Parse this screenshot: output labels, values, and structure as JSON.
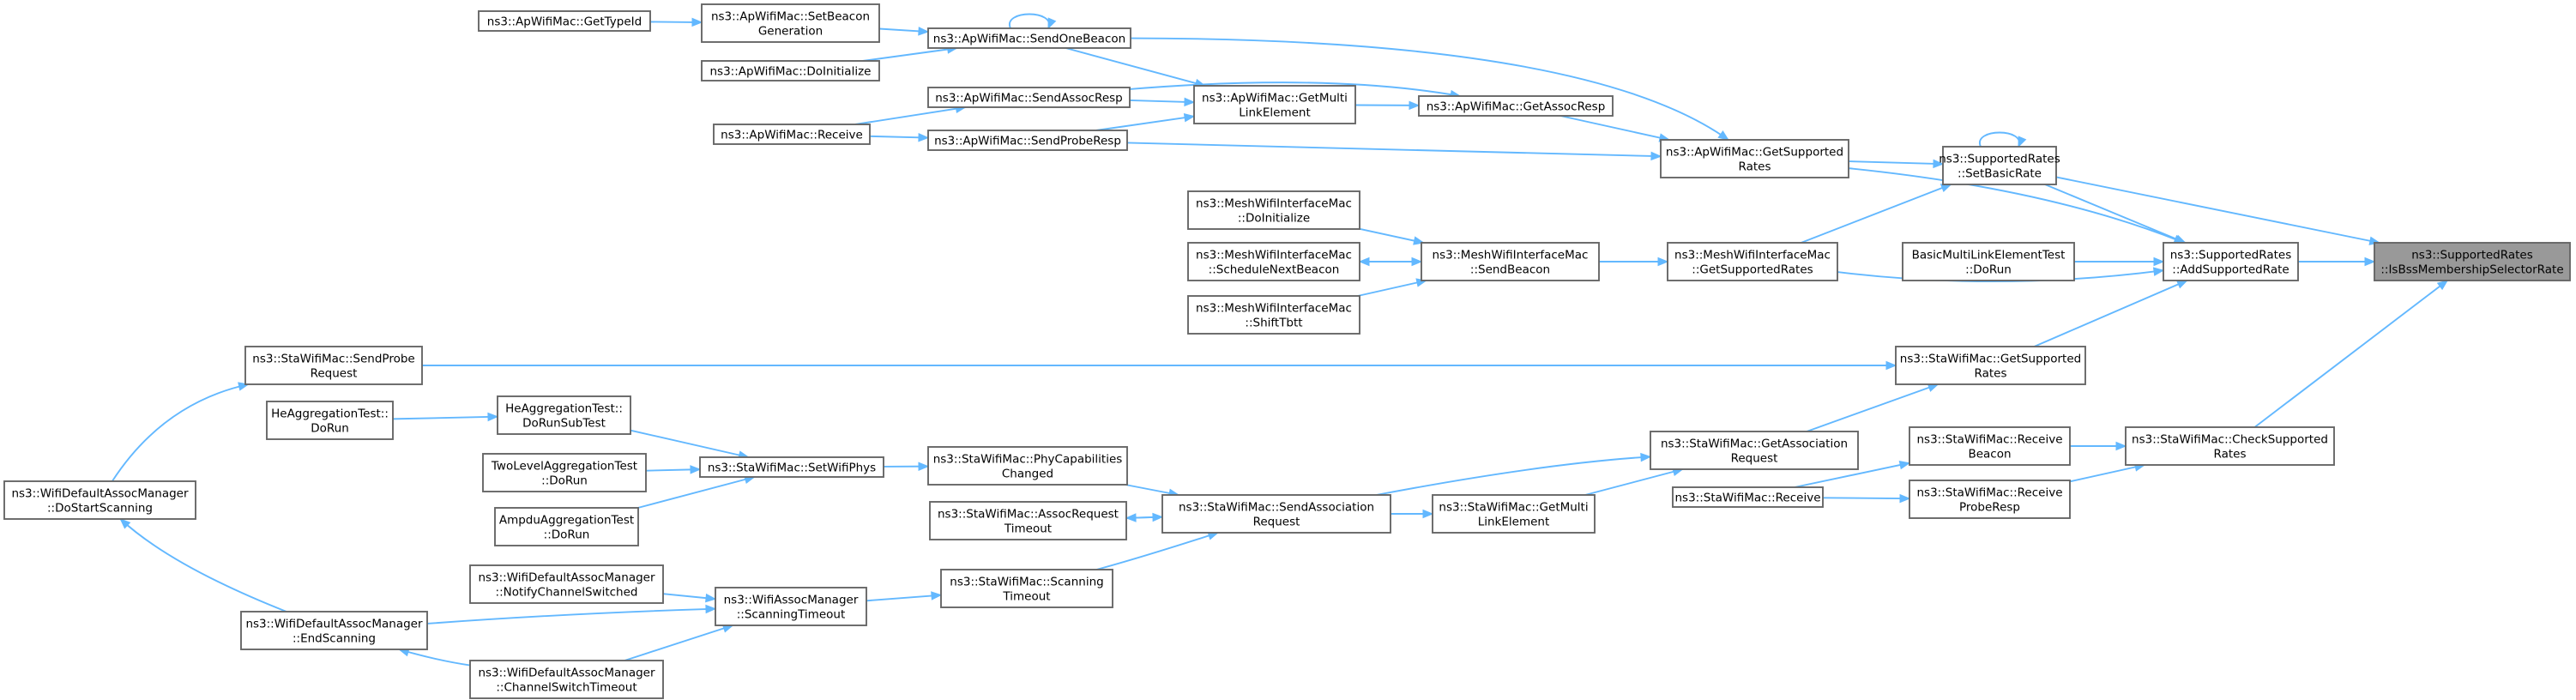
{
  "graph": {
    "title": "",
    "highlight_color": "#999999",
    "edge_color": "#63b8ff",
    "border_color": "#666666",
    "nodes": [
      {
        "id": "isbss",
        "lines": [
          "ns3::SupportedRates",
          "::IsBssMembershipSelectorRate"
        ],
        "root": true
      },
      {
        "id": "addsup",
        "lines": [
          "ns3::SupportedRates",
          "::AddSupportedRate"
        ]
      },
      {
        "id": "checksup",
        "lines": [
          "ns3::StaWifiMac::CheckSupported",
          "Rates"
        ]
      },
      {
        "id": "setbasic",
        "lines": [
          "ns3::SupportedRates",
          "::SetBasicRate"
        ]
      },
      {
        "id": "bmle",
        "lines": [
          "BasicMultiLinkElementTest",
          "::DoRun"
        ]
      },
      {
        "id": "apgetsup",
        "lines": [
          "ns3::ApWifiMac::GetSupported",
          "Rates"
        ]
      },
      {
        "id": "meshgetsup",
        "lines": [
          "ns3::MeshWifiInterfaceMac",
          "::GetSupportedRates"
        ]
      },
      {
        "id": "stagetsup",
        "lines": [
          "ns3::StaWifiMac::GetSupported",
          "Rates"
        ]
      },
      {
        "id": "recvbeacon",
        "lines": [
          "ns3::StaWifiMac::Receive",
          "Beacon"
        ]
      },
      {
        "id": "recvprobe",
        "lines": [
          "ns3::StaWifiMac::Receive",
          "ProbeResp"
        ]
      },
      {
        "id": "sendonebeacon",
        "lines": [
          "ns3::ApWifiMac::SendOneBeacon"
        ]
      },
      {
        "id": "getassocresp",
        "lines": [
          "ns3::ApWifiMac::GetAssocResp"
        ]
      },
      {
        "id": "sendproberesp",
        "lines": [
          "ns3::ApWifiMac::SendProbeResp"
        ]
      },
      {
        "id": "meshsendbeacon",
        "lines": [
          "ns3::MeshWifiInterfaceMac",
          "::SendBeacon"
        ]
      },
      {
        "id": "stasendprobe",
        "lines": [
          "ns3::StaWifiMac::SendProbe",
          "Request"
        ]
      },
      {
        "id": "getassocreq",
        "lines": [
          "ns3::StaWifiMac::GetAssociation",
          "Request"
        ]
      },
      {
        "id": "stareceive",
        "lines": [
          "ns3::StaWifiMac::Receive"
        ]
      },
      {
        "id": "setbeacongen",
        "lines": [
          "ns3::ApWifiMac::SetBeacon",
          "Generation"
        ]
      },
      {
        "id": "apdoinit",
        "lines": [
          "ns3::ApWifiMac::DoInitialize"
        ]
      },
      {
        "id": "apgetmulti",
        "lines": [
          "ns3::ApWifiMac::GetMulti",
          "LinkElement"
        ]
      },
      {
        "id": "sendassocresp",
        "lines": [
          "ns3::ApWifiMac::SendAssocResp"
        ]
      },
      {
        "id": "meshdoinit",
        "lines": [
          "ns3::MeshWifiInterfaceMac",
          "::DoInitialize"
        ]
      },
      {
        "id": "meshsched",
        "lines": [
          "ns3::MeshWifiInterfaceMac",
          "::ScheduleNextBeacon"
        ]
      },
      {
        "id": "meshshift",
        "lines": [
          "ns3::MeshWifiInterfaceMac",
          "::ShiftTbtt"
        ]
      },
      {
        "id": "dostartscan",
        "lines": [
          "ns3::WifiDefaultAssocManager",
          "::DoStartScanning"
        ]
      },
      {
        "id": "stagetmulti",
        "lines": [
          "ns3::StaWifiMac::GetMulti",
          "LinkElement"
        ]
      },
      {
        "id": "apgettypeid",
        "lines": [
          "ns3::ApWifiMac::GetTypeId"
        ]
      },
      {
        "id": "apreceive",
        "lines": [
          "ns3::ApWifiMac::Receive"
        ]
      },
      {
        "id": "sendassocreq",
        "lines": [
          "ns3::StaWifiMac::SendAssociation",
          "Request"
        ]
      },
      {
        "id": "endscan",
        "lines": [
          "ns3::WifiDefaultAssocManager",
          "::EndScanning"
        ]
      },
      {
        "id": "phycap",
        "lines": [
          "ns3::StaWifiMac::PhyCapabilities",
          "Changed"
        ]
      },
      {
        "id": "assocreqtimeout",
        "lines": [
          "ns3::StaWifiMac::AssocRequest",
          "Timeout"
        ]
      },
      {
        "id": "scantimeout",
        "lines": [
          "ns3::StaWifiMac::Scanning",
          "Timeout"
        ]
      },
      {
        "id": "setwifiphys",
        "lines": [
          "ns3::StaWifiMac::SetWifiPhys"
        ]
      },
      {
        "id": "assocmgrscan",
        "lines": [
          "ns3::WifiAssocManager",
          "::ScanningTimeout"
        ]
      },
      {
        "id": "heaggsub",
        "lines": [
          "HeAggregationTest::",
          "DoRunSubTest"
        ]
      },
      {
        "id": "twolevel",
        "lines": [
          "TwoLevelAggregationTest",
          "::DoRun"
        ]
      },
      {
        "id": "ampdu",
        "lines": [
          "AmpduAggregationTest",
          "::DoRun"
        ]
      },
      {
        "id": "notifych",
        "lines": [
          "ns3::WifiDefaultAssocManager",
          "::NotifyChannelSwitched"
        ]
      },
      {
        "id": "chswitchto",
        "lines": [
          "ns3::WifiDefaultAssocManager",
          "::ChannelSwitchTimeout"
        ]
      },
      {
        "id": "heaggrun",
        "lines": [
          "HeAggregationTest::",
          "DoRun"
        ]
      }
    ],
    "edges": [
      [
        "addsup",
        "isbss"
      ],
      [
        "checksup",
        "isbss"
      ],
      [
        "setbasic",
        "isbss"
      ],
      [
        "setbasic",
        "setbasic"
      ],
      [
        "setbasic",
        "addsup"
      ],
      [
        "bmle",
        "addsup"
      ],
      [
        "apgetsup",
        "addsup"
      ],
      [
        "meshgetsup",
        "addsup"
      ],
      [
        "stagetsup",
        "addsup"
      ],
      [
        "recvbeacon",
        "checksup"
      ],
      [
        "recvprobe",
        "checksup"
      ],
      [
        "apgetsup",
        "setbasic"
      ],
      [
        "meshgetsup",
        "setbasic"
      ],
      [
        "sendonebeacon",
        "apgetsup"
      ],
      [
        "getassocresp",
        "apgetsup"
      ],
      [
        "sendproberesp",
        "apgetsup"
      ],
      [
        "meshsendbeacon",
        "meshgetsup"
      ],
      [
        "stasendprobe",
        "stagetsup"
      ],
      [
        "getassocreq",
        "stagetsup"
      ],
      [
        "stareceive",
        "recvbeacon"
      ],
      [
        "stareceive",
        "recvprobe"
      ],
      [
        "sendonebeacon",
        "sendonebeacon"
      ],
      [
        "setbeacongen",
        "sendonebeacon"
      ],
      [
        "apdoinit",
        "sendonebeacon"
      ],
      [
        "sendonebeacon",
        "apgetmulti"
      ],
      [
        "sendassocresp",
        "getassocresp"
      ],
      [
        "apgetmulti",
        "getassocresp"
      ],
      [
        "apreceive",
        "sendproberesp"
      ],
      [
        "meshdoinit",
        "meshsendbeacon"
      ],
      [
        "meshsched",
        "meshsendbeacon"
      ],
      [
        "meshsendbeacon",
        "meshsched"
      ],
      [
        "meshshift",
        "meshsendbeacon"
      ],
      [
        "dostartscan",
        "stasendprobe"
      ],
      [
        "sendassocreq",
        "getassocreq"
      ],
      [
        "stagetmulti",
        "getassocreq"
      ],
      [
        "apgettypeid",
        "setbeacongen"
      ],
      [
        "sendassocresp",
        "apgetmulti"
      ],
      [
        "sendproberesp",
        "apgetmulti"
      ],
      [
        "apreceive",
        "sendassocresp"
      ],
      [
        "sendassocreq",
        "stagetmulti"
      ],
      [
        "phycap",
        "sendassocreq"
      ],
      [
        "assocreqtimeout",
        "sendassocreq"
      ],
      [
        "sendassocreq",
        "assocreqtimeout"
      ],
      [
        "scantimeout",
        "sendassocreq"
      ],
      [
        "setwifiphys",
        "phycap"
      ],
      [
        "assocmgrscan",
        "scantimeout"
      ],
      [
        "heaggsub",
        "setwifiphys"
      ],
      [
        "twolevel",
        "setwifiphys"
      ],
      [
        "ampdu",
        "setwifiphys"
      ],
      [
        "notifych",
        "assocmgrscan"
      ],
      [
        "endscan",
        "assocmgrscan"
      ],
      [
        "chswitchto",
        "assocmgrscan"
      ],
      [
        "endscan",
        "dostartscan"
      ],
      [
        "chswitchto",
        "endscan"
      ],
      [
        "heaggrun",
        "heaggsub"
      ]
    ]
  }
}
